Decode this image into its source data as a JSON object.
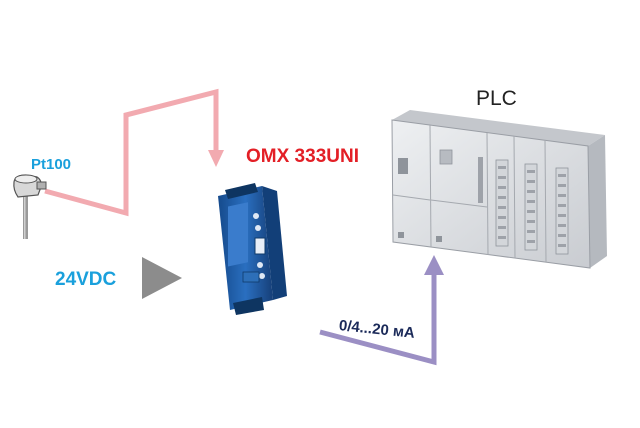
{
  "labels": {
    "sensor": "Pt100",
    "supply": "24VDC",
    "device": "OMX 333UNI",
    "controller": "PLC",
    "signal": "0/4...20 мА"
  },
  "colors": {
    "label_blue": "#1aa0dc",
    "device_red": "#e31f26",
    "sensor_line": "#f2aab0",
    "signal_line": "#9b8fc4",
    "supply_arrow": "#8c8c8c",
    "device_body": "#1f5fa8",
    "plc_body": "#dfe1e4"
  },
  "icons": [
    "pt100-sensor-icon",
    "omx-transmitter-icon",
    "plc-rack-icon",
    "power-arrow-icon"
  ]
}
